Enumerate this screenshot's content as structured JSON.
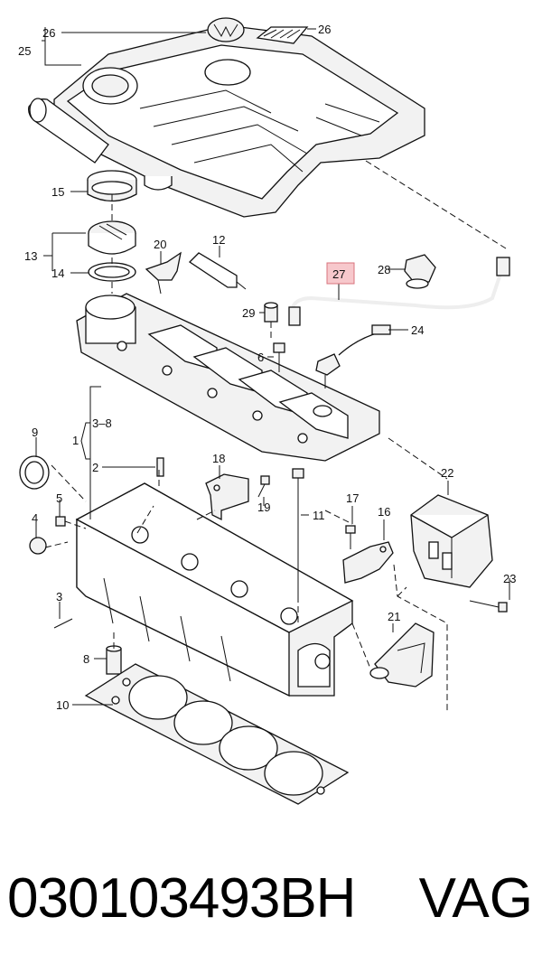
{
  "callouts": [
    {
      "id": "c1",
      "label": "1"
    },
    {
      "id": "c2",
      "label": "2"
    },
    {
      "id": "c3",
      "label": "3"
    },
    {
      "id": "c3-8",
      "label": "3–8"
    },
    {
      "id": "c4",
      "label": "4"
    },
    {
      "id": "c5",
      "label": "5"
    },
    {
      "id": "c6",
      "label": "6"
    },
    {
      "id": "c8",
      "label": "8"
    },
    {
      "id": "c9",
      "label": "9"
    },
    {
      "id": "c10",
      "label": "10"
    },
    {
      "id": "c11",
      "label": "11"
    },
    {
      "id": "c12",
      "label": "12"
    },
    {
      "id": "c13",
      "label": "13"
    },
    {
      "id": "c14",
      "label": "14"
    },
    {
      "id": "c15",
      "label": "15"
    },
    {
      "id": "c16",
      "label": "16"
    },
    {
      "id": "c17",
      "label": "17"
    },
    {
      "id": "c18",
      "label": "18"
    },
    {
      "id": "c19",
      "label": "19"
    },
    {
      "id": "c20",
      "label": "20"
    },
    {
      "id": "c21",
      "label": "21"
    },
    {
      "id": "c22",
      "label": "22"
    },
    {
      "id": "c23",
      "label": "23"
    },
    {
      "id": "c24",
      "label": "24"
    },
    {
      "id": "c25",
      "label": "25"
    },
    {
      "id": "c26a",
      "label": "26"
    },
    {
      "id": "c26b",
      "label": "26"
    },
    {
      "id": "c27",
      "label": "27"
    },
    {
      "id": "c28",
      "label": "28"
    },
    {
      "id": "c29",
      "label": "29"
    }
  ],
  "highlighted_callout": "27",
  "highlight_color": "#f7c8cc",
  "part_number": "030103493BH",
  "brand": "VAG"
}
